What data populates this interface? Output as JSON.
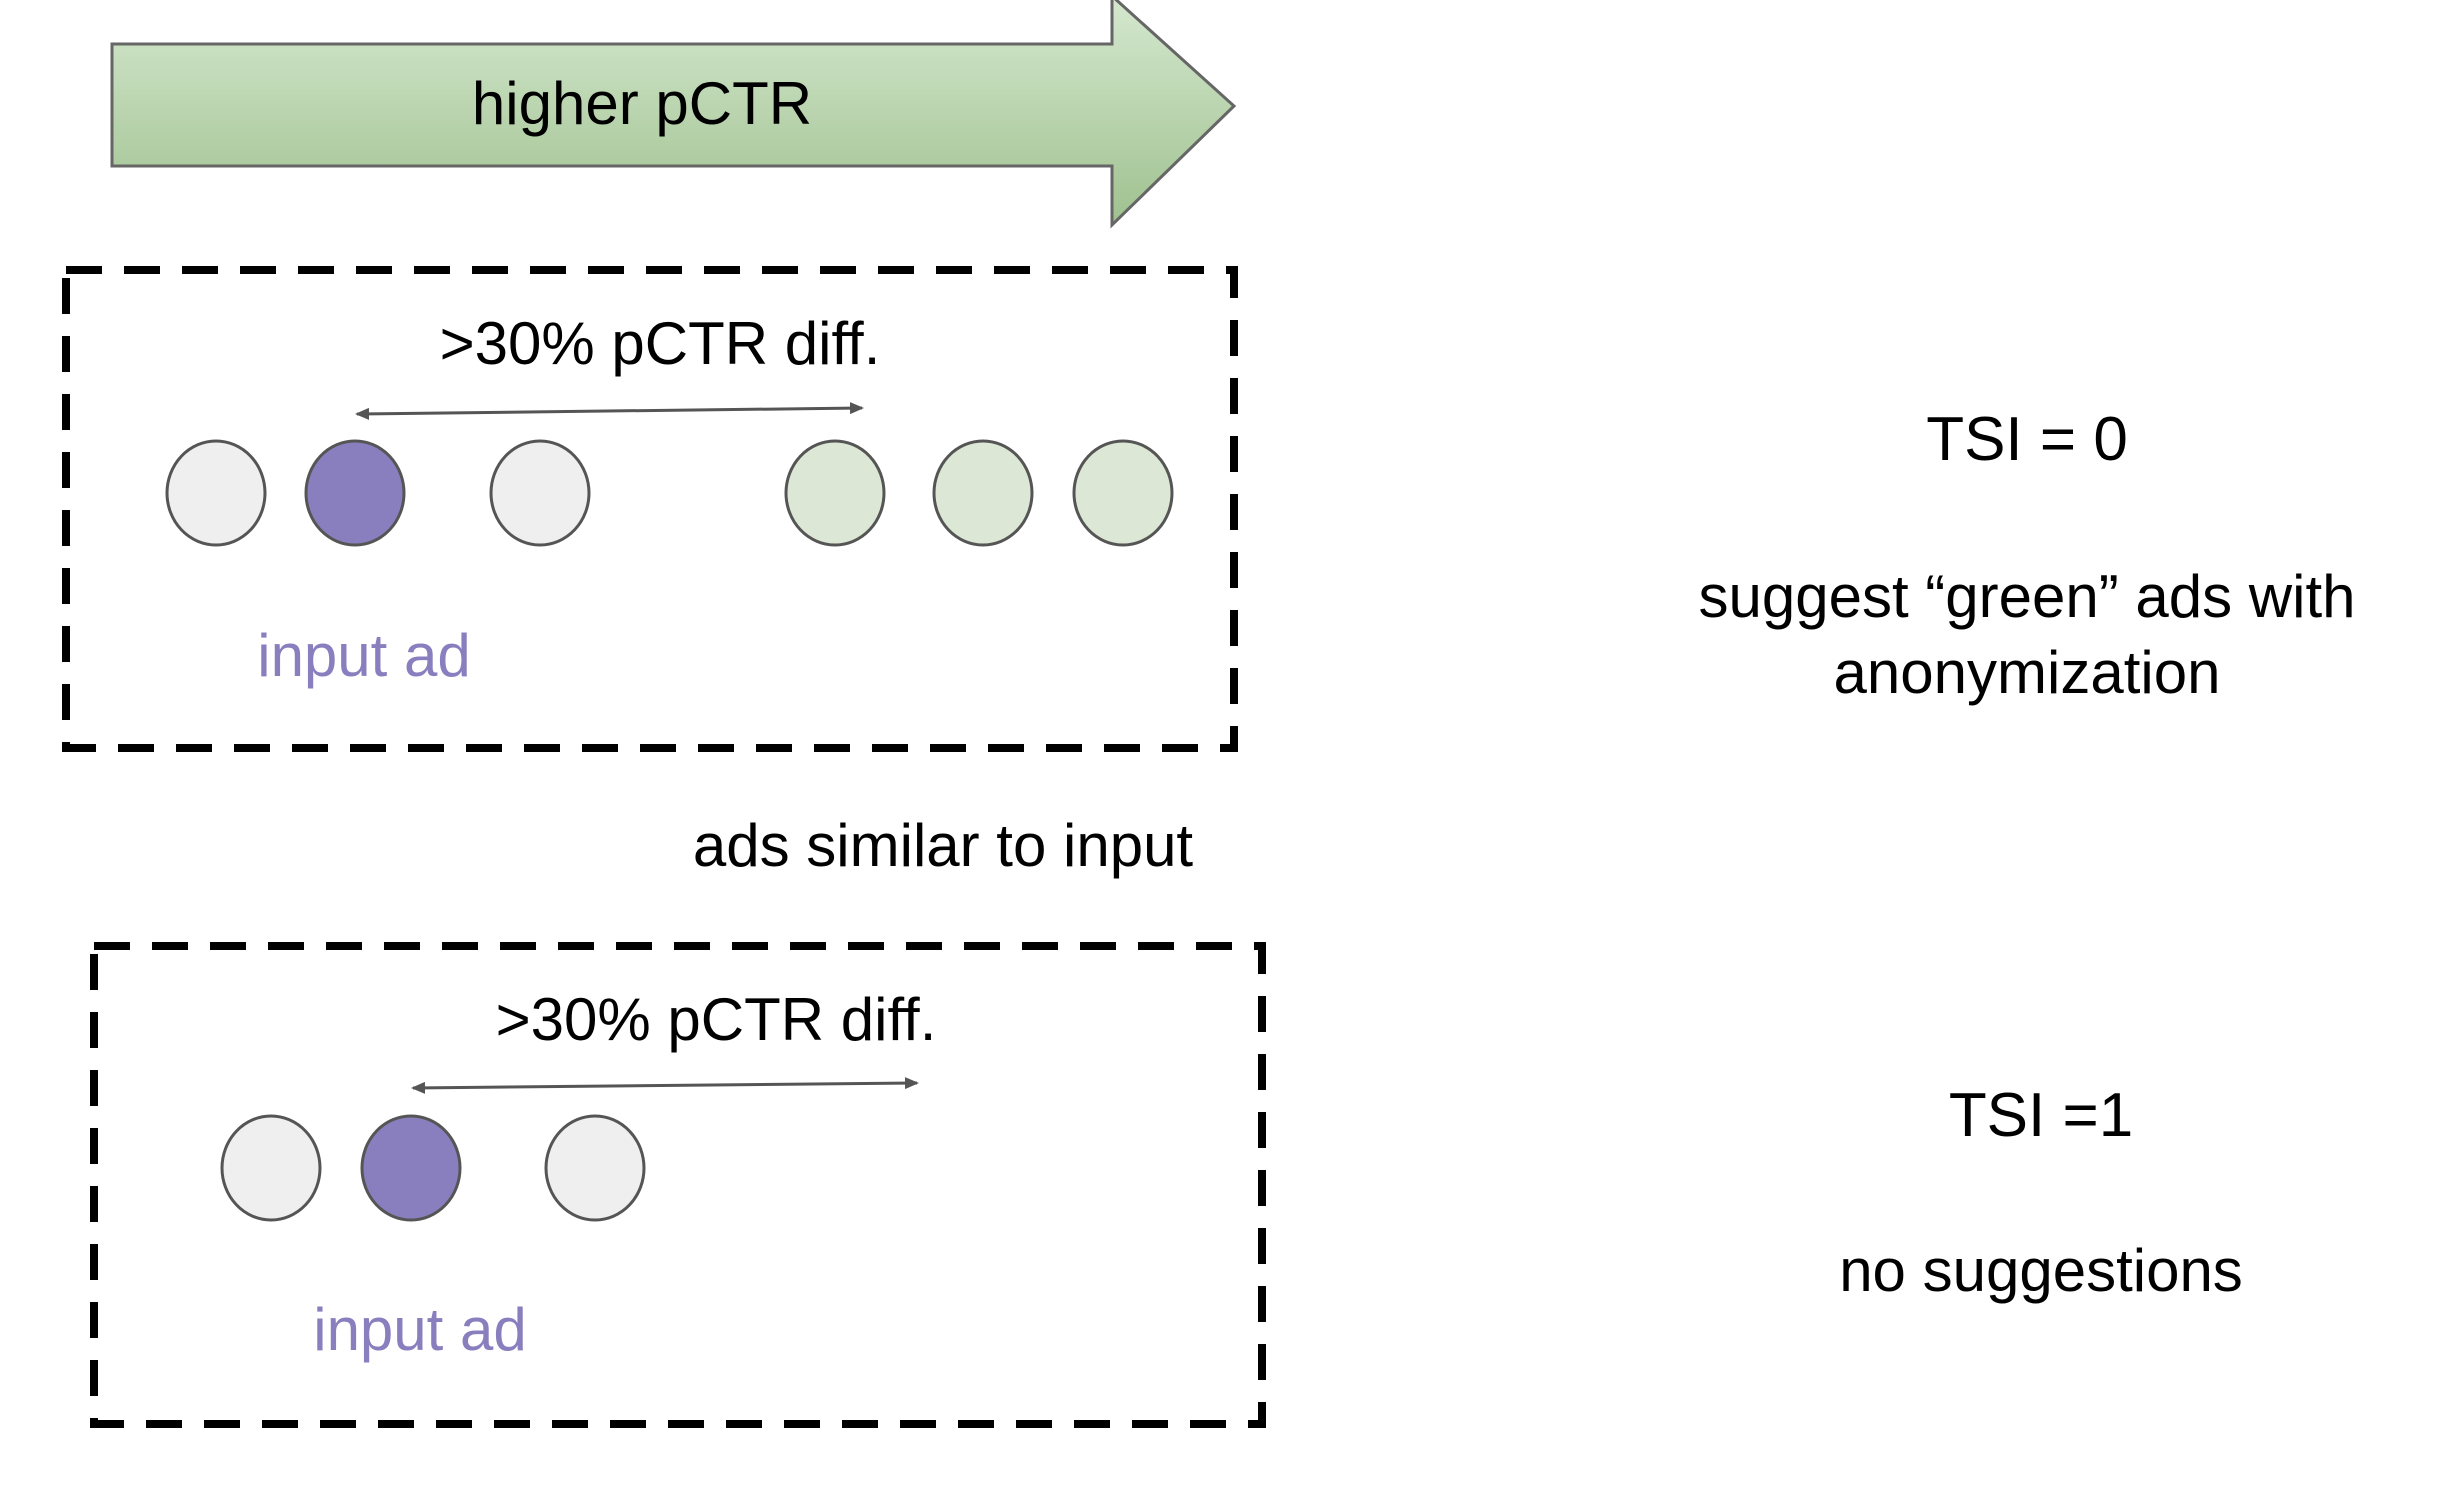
{
  "header_arrow": {
    "label": "higher pCTR"
  },
  "colors": {
    "arrow_fill_top": "#d5e8cf",
    "arrow_fill_bottom": "#9fc18f",
    "arrow_stroke": "#666666",
    "circle_gray": "#efefef",
    "circle_purple": "#8a7fbe",
    "circle_green": "#dce8d5",
    "circle_stroke": "#555555",
    "input_label_color": "#8a7fbe"
  },
  "panels": [
    {
      "diff_label": ">30% pCTR diff.",
      "input_label": "input ad",
      "result_title": "TSI = 0",
      "result_lines": [
        "suggest “green” ads with",
        "anonymization"
      ]
    },
    {
      "diff_label": ">30% pCTR diff.",
      "input_label": "input ad",
      "result_title": "TSI =1",
      "result_lines": [
        "no suggestions"
      ]
    }
  ],
  "middle_label": "ads similar to input"
}
